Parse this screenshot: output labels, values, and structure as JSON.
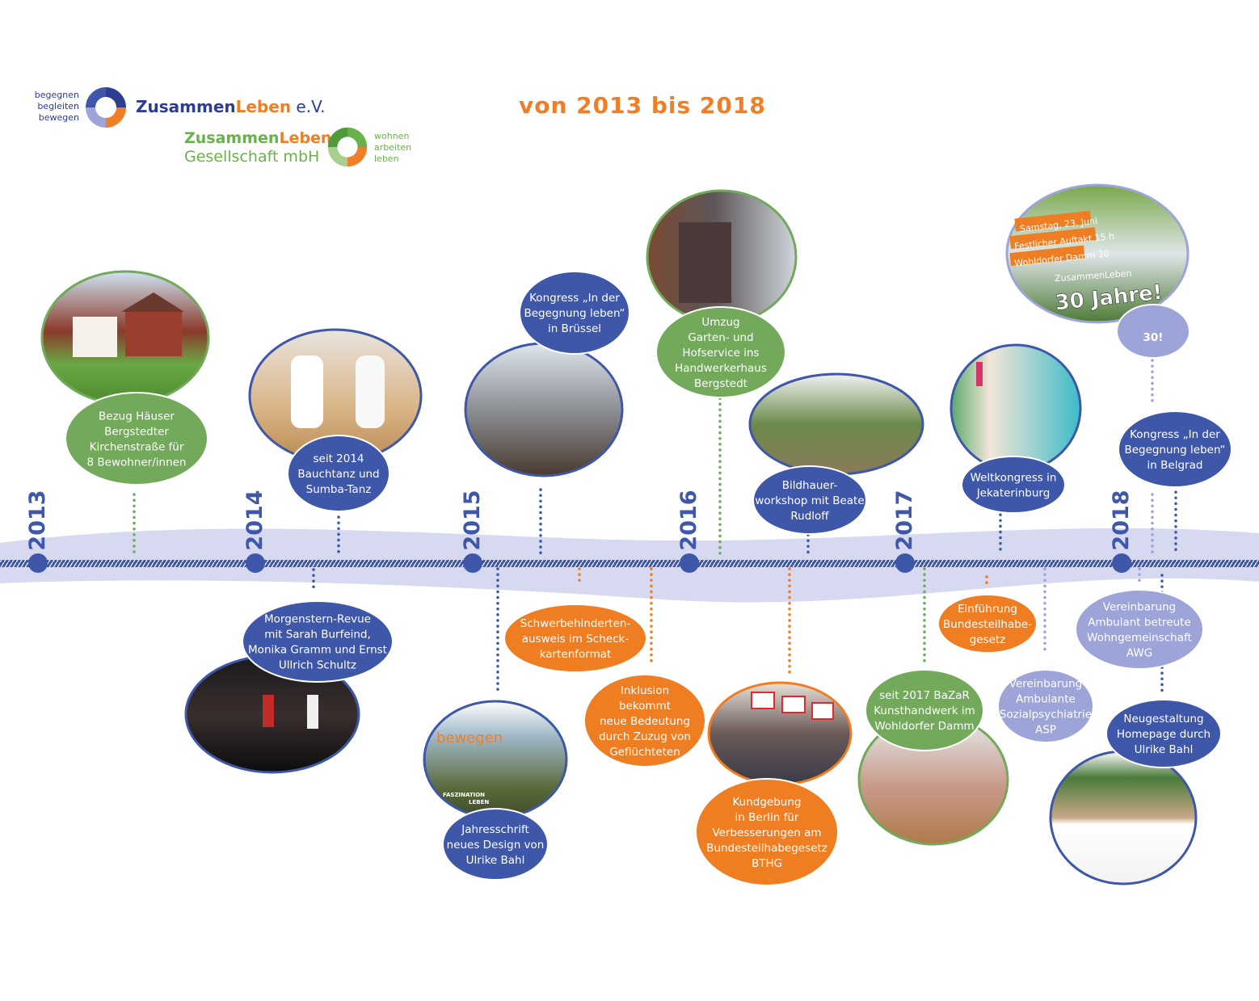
{
  "header": {
    "tagline1": [
      "begegnen",
      "begleiten",
      "bewegen"
    ],
    "brand1_main": "Zusammen",
    "brand1_hl": "Leben",
    "brand1_suffix": " e.V.",
    "brand2_line1_main": "Zusammen",
    "brand2_line1_hl": "Leben",
    "brand2_line2": "Gesellschaft mbH",
    "tagline2": [
      "wohnen",
      "arbeiten",
      "leben"
    ],
    "title": "von 2013 bis 2018"
  },
  "colors": {
    "blue": "#3e57a8",
    "green": "#72a95a",
    "orange": "#ef7d22",
    "lavender": "#9da5d8",
    "band": "#d6d9f0",
    "navy": "#2d3d8f"
  },
  "years": [
    "2013",
    "2014",
    "2015",
    "2016",
    "2017",
    "2018"
  ],
  "events": [
    {
      "lines": [
        "Bezug Häuser",
        "Bergstedter",
        "Kirchenstraße für",
        "8 Bewohner/innen"
      ],
      "color": "green"
    },
    {
      "lines": [
        "seit 2014",
        "Bauchtanz und",
        "Sumba-Tanz"
      ],
      "color": "blue"
    },
    {
      "lines": [
        "Morgenstern-Revue",
        "mit Sarah Burfeind,",
        "Monika Gramm und Ernst",
        "Ullrich Schultz"
      ],
      "color": "blue"
    },
    {
      "lines": [
        "Kongress „In der",
        "Begegnung leben“",
        "in Brüssel"
      ],
      "color": "blue"
    },
    {
      "lines": [
        "Jahresschrift",
        "neues Design von",
        "Ulrike Bahl"
      ],
      "color": "blue"
    },
    {
      "lines": [
        "Schwerbehinderten-",
        "ausweis im Scheck-",
        "kartenformat"
      ],
      "color": "orange"
    },
    {
      "lines": [
        "Inklusion",
        "bekommt",
        "neue Bedeutung",
        "durch Zuzug von",
        "Geflüchteten"
      ],
      "color": "orange"
    },
    {
      "lines": [
        "Umzug",
        "Garten- und",
        "Hofservice ins",
        "Handwerkerhaus",
        "Bergstedt"
      ],
      "color": "green"
    },
    {
      "lines": [
        "Bildhauer-",
        "workshop mit Beate",
        "Rudloff"
      ],
      "color": "blue"
    },
    {
      "lines": [
        "Kundgebung",
        "in Berlin für",
        "Verbesserungen am",
        "Bundesteilhabegesetz",
        "BTHG"
      ],
      "color": "orange"
    },
    {
      "lines": [
        "Weltkongress in",
        "Jekaterinburg"
      ],
      "color": "blue"
    },
    {
      "lines": [
        "Einführung",
        "Bundesteilhabe-",
        "gesetz"
      ],
      "color": "orange"
    },
    {
      "lines": [
        "seit 2017 BaZaR",
        "Kunsthandwerk im",
        "Wohldorfer Damm"
      ],
      "color": "green"
    },
    {
      "lines": [
        "Vereinbarung",
        "Ambulante",
        "Sozialpsychiatrie",
        "ASP"
      ],
      "color": "lavender"
    },
    {
      "lines": [
        "Kongress „In der",
        "Begegnung leben“",
        "in Belgrad"
      ],
      "color": "blue"
    },
    {
      "lines": [
        "Vereinbarung",
        "Ambulant betreute",
        "Wohngemeinschaft",
        "AWG"
      ],
      "color": "lavender"
    },
    {
      "lines": [
        "Neugestaltung",
        "Homepage durch",
        "Ulrike Bahl"
      ],
      "color": "blue"
    },
    {
      "lines": [
        "30!"
      ],
      "color": "lavender"
    }
  ],
  "photo_texts": {
    "magazine_title": "bewegen",
    "magazine_caption": [
      "FASZINATION",
      "LEBEN"
    ],
    "poster_lines": [
      "Samstag, 23. Juni",
      "Festlicher Auftakt 15 h",
      "Wohldorfer Damm 20"
    ],
    "poster_brand": "ZusammenLeben",
    "poster_big": "30 Jahre!"
  }
}
